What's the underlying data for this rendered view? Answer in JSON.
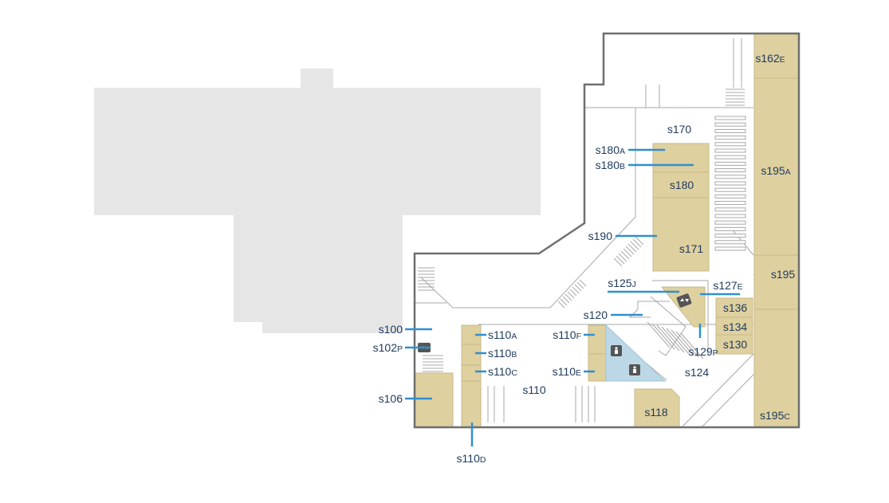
{
  "colors": {
    "room_fill": "#dfd0a0",
    "restroom_fill": "#bcd8e6",
    "leader_line": "#2f8fd0",
    "label_text": "#1d3a5c",
    "adjacent_building": "#e6e6e6",
    "outer_wall": "#6f6f6f",
    "elevator_badge": "#555555"
  },
  "icons": [
    "elevator-icon",
    "restroom-icon"
  ],
  "labels": {
    "s100": "s100",
    "s102p": "s102P",
    "s106": "s106",
    "s110": "s110",
    "s110a": "s110A",
    "s110b": "s110B",
    "s110c": "s110C",
    "s110d": "s110D",
    "s110e": "s110E",
    "s110f": "s110F",
    "s118": "s118",
    "s120": "s120",
    "s124": "s124",
    "s125j": "s125J",
    "s127e": "s127E",
    "s129p": "s129P",
    "s130": "s130",
    "s134": "s134",
    "s136": "s136",
    "s162e": "s162E",
    "s170": "s170",
    "s171": "s171",
    "s180": "s180",
    "s180a": "s180A",
    "s180b": "s180B",
    "s190": "s190",
    "s195": "s195",
    "s195a": "s195A",
    "s195c": "s195C"
  }
}
